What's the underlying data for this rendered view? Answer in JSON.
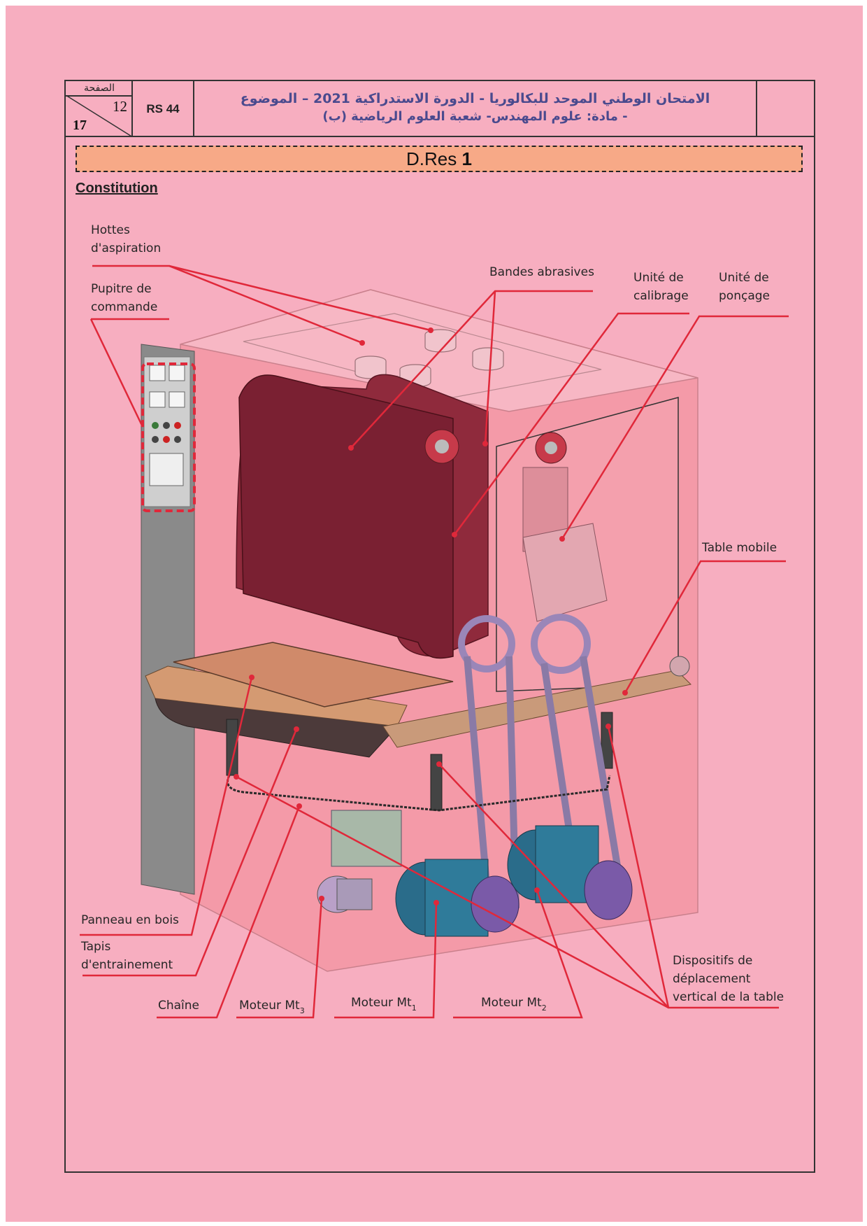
{
  "header": {
    "page_label": "الصفحة",
    "page_number": "12",
    "page_total": "17",
    "code": "RS 44",
    "title_line1": "الامتحان الوطني الموحد للبكالوريا - الدورة الاستدراكية 2021 – الموضوع",
    "title_line2": "- مادة: علوم المهندس- شعبة العلوم الرياضية (ب)"
  },
  "banner": {
    "prefix": "D.Res ",
    "number": "1"
  },
  "section_title": "Constitution",
  "labels": {
    "hottes_1": "Hottes",
    "hottes_2": "d'aspiration",
    "pupitre_1": "Pupitre de",
    "pupitre_2": "commande",
    "bandes": "Bandes abrasives",
    "calibrage_1": "Unité de",
    "calibrage_2": "calibrage",
    "poncage_1": "Unité de",
    "poncage_2": "ponçage",
    "table_mobile": "Table mobile",
    "panneau": "Panneau en bois",
    "tapis_1": "Tapis",
    "tapis_2": "d'entrainement",
    "chaine": "Chaîne",
    "moteur_mt3": "Moteur Mt",
    "moteur_mt3_sub": "3",
    "moteur_mt1": "Moteur Mt",
    "moteur_mt1_sub": "1",
    "moteur_mt2": "Moteur Mt",
    "moteur_mt2_sub": "2",
    "dispositifs_1": "Dispositifs de",
    "dispositifs_2": "déplacement",
    "dispositifs_3": "vertical de la table"
  },
  "colors": {
    "page_pink": "#f7aec0",
    "banner_orange": "#f7a987",
    "leader_red": "#e0283a",
    "title_blue": "#4a4a8e"
  }
}
